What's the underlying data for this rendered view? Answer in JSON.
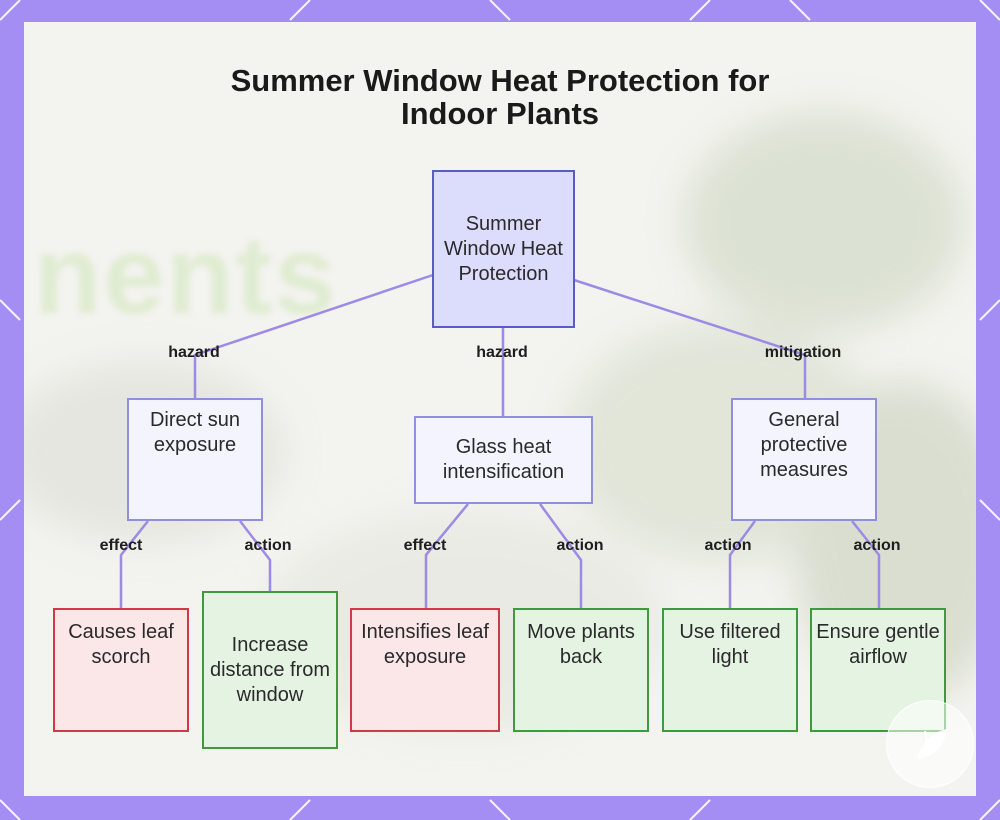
{
  "diagram": {
    "title_line1": "Summer Window Heat Protection for",
    "title_line2": "Indoor Plants",
    "background_watermark": "nents",
    "colors": {
      "frame": "#a48ef4",
      "edge": "#9d8ae6",
      "root_fill": "#dcdcfc",
      "root_border": "#5a5cc6",
      "hazard_border": "#d03a48",
      "action_border": "#3f9a3f"
    },
    "nodes": {
      "root": "Summer Window Heat Protection",
      "direct_sun": "Direct sun exposure",
      "glass_heat": "Glass heat intensification",
      "general_measures": "General protective measures",
      "leaf_scorch": "Causes leaf scorch",
      "increase_distance": "Increase distance from window",
      "intensifies_exposure": "Intensifies leaf exposure",
      "move_back": "Move plants back",
      "filtered_light": "Use filtered light",
      "gentle_airflow": "Ensure gentle airflow"
    },
    "edge_labels": {
      "root_direct_sun": "hazard",
      "root_glass_heat": "hazard",
      "root_general": "mitigation",
      "direct_sun_scorch": "effect",
      "direct_sun_distance": "action",
      "glass_intensifies": "effect",
      "glass_move_back": "action",
      "general_filtered": "action",
      "general_airflow": "action"
    }
  }
}
